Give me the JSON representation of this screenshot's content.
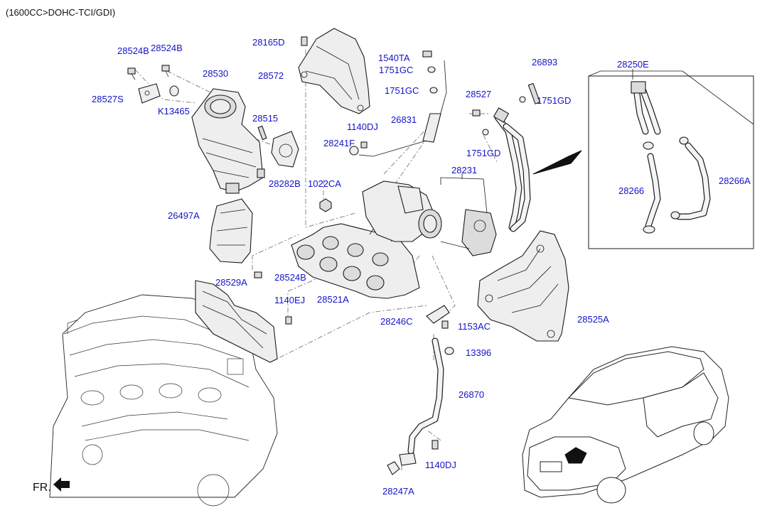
{
  "header": {
    "title": "(1600CC>DOHC-TCI/GDI)"
  },
  "front_marker": {
    "label": "FR."
  },
  "labels": {
    "l28524B_a": "28524B",
    "l28524B_b": "28524B",
    "l28530": "28530",
    "l28527S": "28527S",
    "lK13465": "K13465",
    "l28515": "28515",
    "l28165D": "28165D",
    "l28572": "28572",
    "l1540TA": "1540TA",
    "l1751GC_a": "1751GC",
    "l1751GC_b": "1751GC",
    "l26831": "26831",
    "l1140DJ_a": "1140DJ",
    "l28241F": "28241F",
    "l28282B": "28282B",
    "l1022CA": "1022CA",
    "l26497A": "26497A",
    "l28524B_c": "28524B",
    "l28529A": "28529A",
    "l28521A": "28521A",
    "l1140EJ": "1140EJ",
    "l26893": "26893",
    "l28527": "28527",
    "l1751GD_a": "1751GD",
    "l1751GD_b": "1751GD",
    "l28231": "28231",
    "l28246C": "28246C",
    "l1153AC": "1153AC",
    "l13396": "13396",
    "l26870": "26870",
    "l1140DJ_b": "1140DJ",
    "l28247A": "28247A",
    "l28525A": "28525A",
    "l28250E": "28250E",
    "l28266": "28266",
    "l28266A": "28266A"
  },
  "colors": {
    "label": "#1414c8",
    "line": "#1a1a1a",
    "fill": "#eeeeee"
  },
  "icons": {
    "front_arrow": "arrow-left-icon"
  }
}
